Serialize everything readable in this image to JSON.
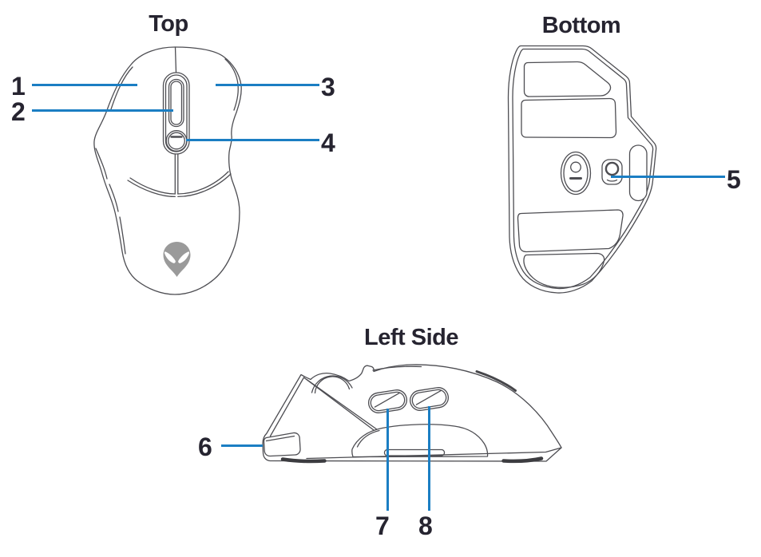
{
  "theme": {
    "background": "#ffffff",
    "accent": "#1b7ec3",
    "label": "#262430",
    "outline": "#4d4d52",
    "logo": "#9a9a9a"
  },
  "views": {
    "top": {
      "title": "Top"
    },
    "bottom": {
      "title": "Bottom"
    },
    "left_side": {
      "title": "Left Side"
    }
  },
  "callouts": [
    {
      "number": "1"
    },
    {
      "number": "2"
    },
    {
      "number": "3"
    },
    {
      "number": "4"
    },
    {
      "number": "5"
    },
    {
      "number": "6"
    },
    {
      "number": "7"
    },
    {
      "number": "8"
    }
  ],
  "icons": {
    "logo": "alien-head-logo"
  }
}
